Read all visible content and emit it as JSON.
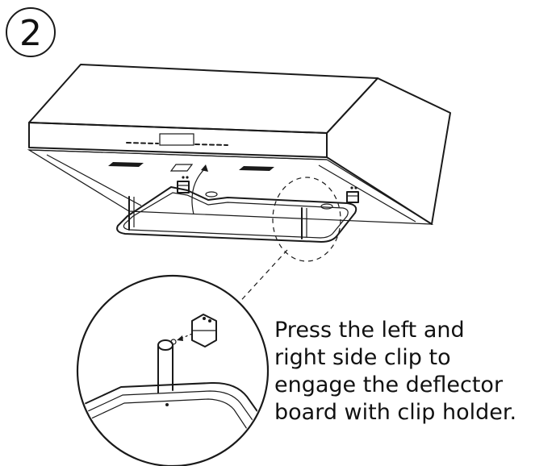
{
  "step": {
    "number": "2"
  },
  "instruction": {
    "lines": [
      "Press the left and",
      "right side clip to",
      "engage the deflector",
      "board with clip holder."
    ]
  },
  "colors": {
    "line": "#1a1a1a",
    "background": "#ffffff"
  }
}
